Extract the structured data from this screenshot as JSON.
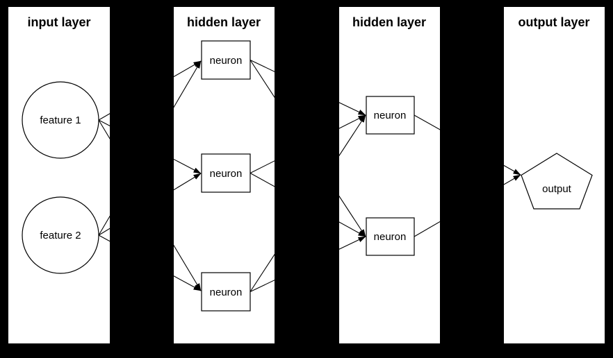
{
  "diagram": {
    "type": "neural-network-diagram",
    "colors": {
      "background": "#000000",
      "panel": "#ffffff",
      "stroke": "#000000",
      "text": "#000000"
    },
    "layers": [
      {
        "title": "input layer",
        "nodes": [
          {
            "label": "feature 1",
            "shape": "circle"
          },
          {
            "label": "feature 2",
            "shape": "circle"
          }
        ]
      },
      {
        "title": "hidden layer",
        "nodes": [
          {
            "label": "neuron",
            "shape": "box"
          },
          {
            "label": "neuron",
            "shape": "box"
          },
          {
            "label": "neuron",
            "shape": "box"
          }
        ]
      },
      {
        "title": "hidden layer",
        "nodes": [
          {
            "label": "neuron",
            "shape": "box"
          },
          {
            "label": "neuron",
            "shape": "box"
          }
        ]
      },
      {
        "title": "output layer",
        "nodes": [
          {
            "label": "output",
            "shape": "pentagon"
          }
        ]
      }
    ],
    "connections": [
      {
        "from": "input.feature 1",
        "to": "hidden1.neuron 1"
      },
      {
        "from": "input.feature 1",
        "to": "hidden1.neuron 2"
      },
      {
        "from": "input.feature 1",
        "to": "hidden1.neuron 3"
      },
      {
        "from": "input.feature 2",
        "to": "hidden1.neuron 1"
      },
      {
        "from": "input.feature 2",
        "to": "hidden1.neuron 2"
      },
      {
        "from": "input.feature 2",
        "to": "hidden1.neuron 3"
      },
      {
        "from": "hidden1.neuron 1",
        "to": "hidden2.neuron 1"
      },
      {
        "from": "hidden1.neuron 1",
        "to": "hidden2.neuron 2"
      },
      {
        "from": "hidden1.neuron 2",
        "to": "hidden2.neuron 1"
      },
      {
        "from": "hidden1.neuron 2",
        "to": "hidden2.neuron 2"
      },
      {
        "from": "hidden1.neuron 3",
        "to": "hidden2.neuron 1"
      },
      {
        "from": "hidden1.neuron 3",
        "to": "hidden2.neuron 2"
      },
      {
        "from": "hidden2.neuron 1",
        "to": "output.output"
      },
      {
        "from": "hidden2.neuron 2",
        "to": "output.output"
      }
    ]
  }
}
